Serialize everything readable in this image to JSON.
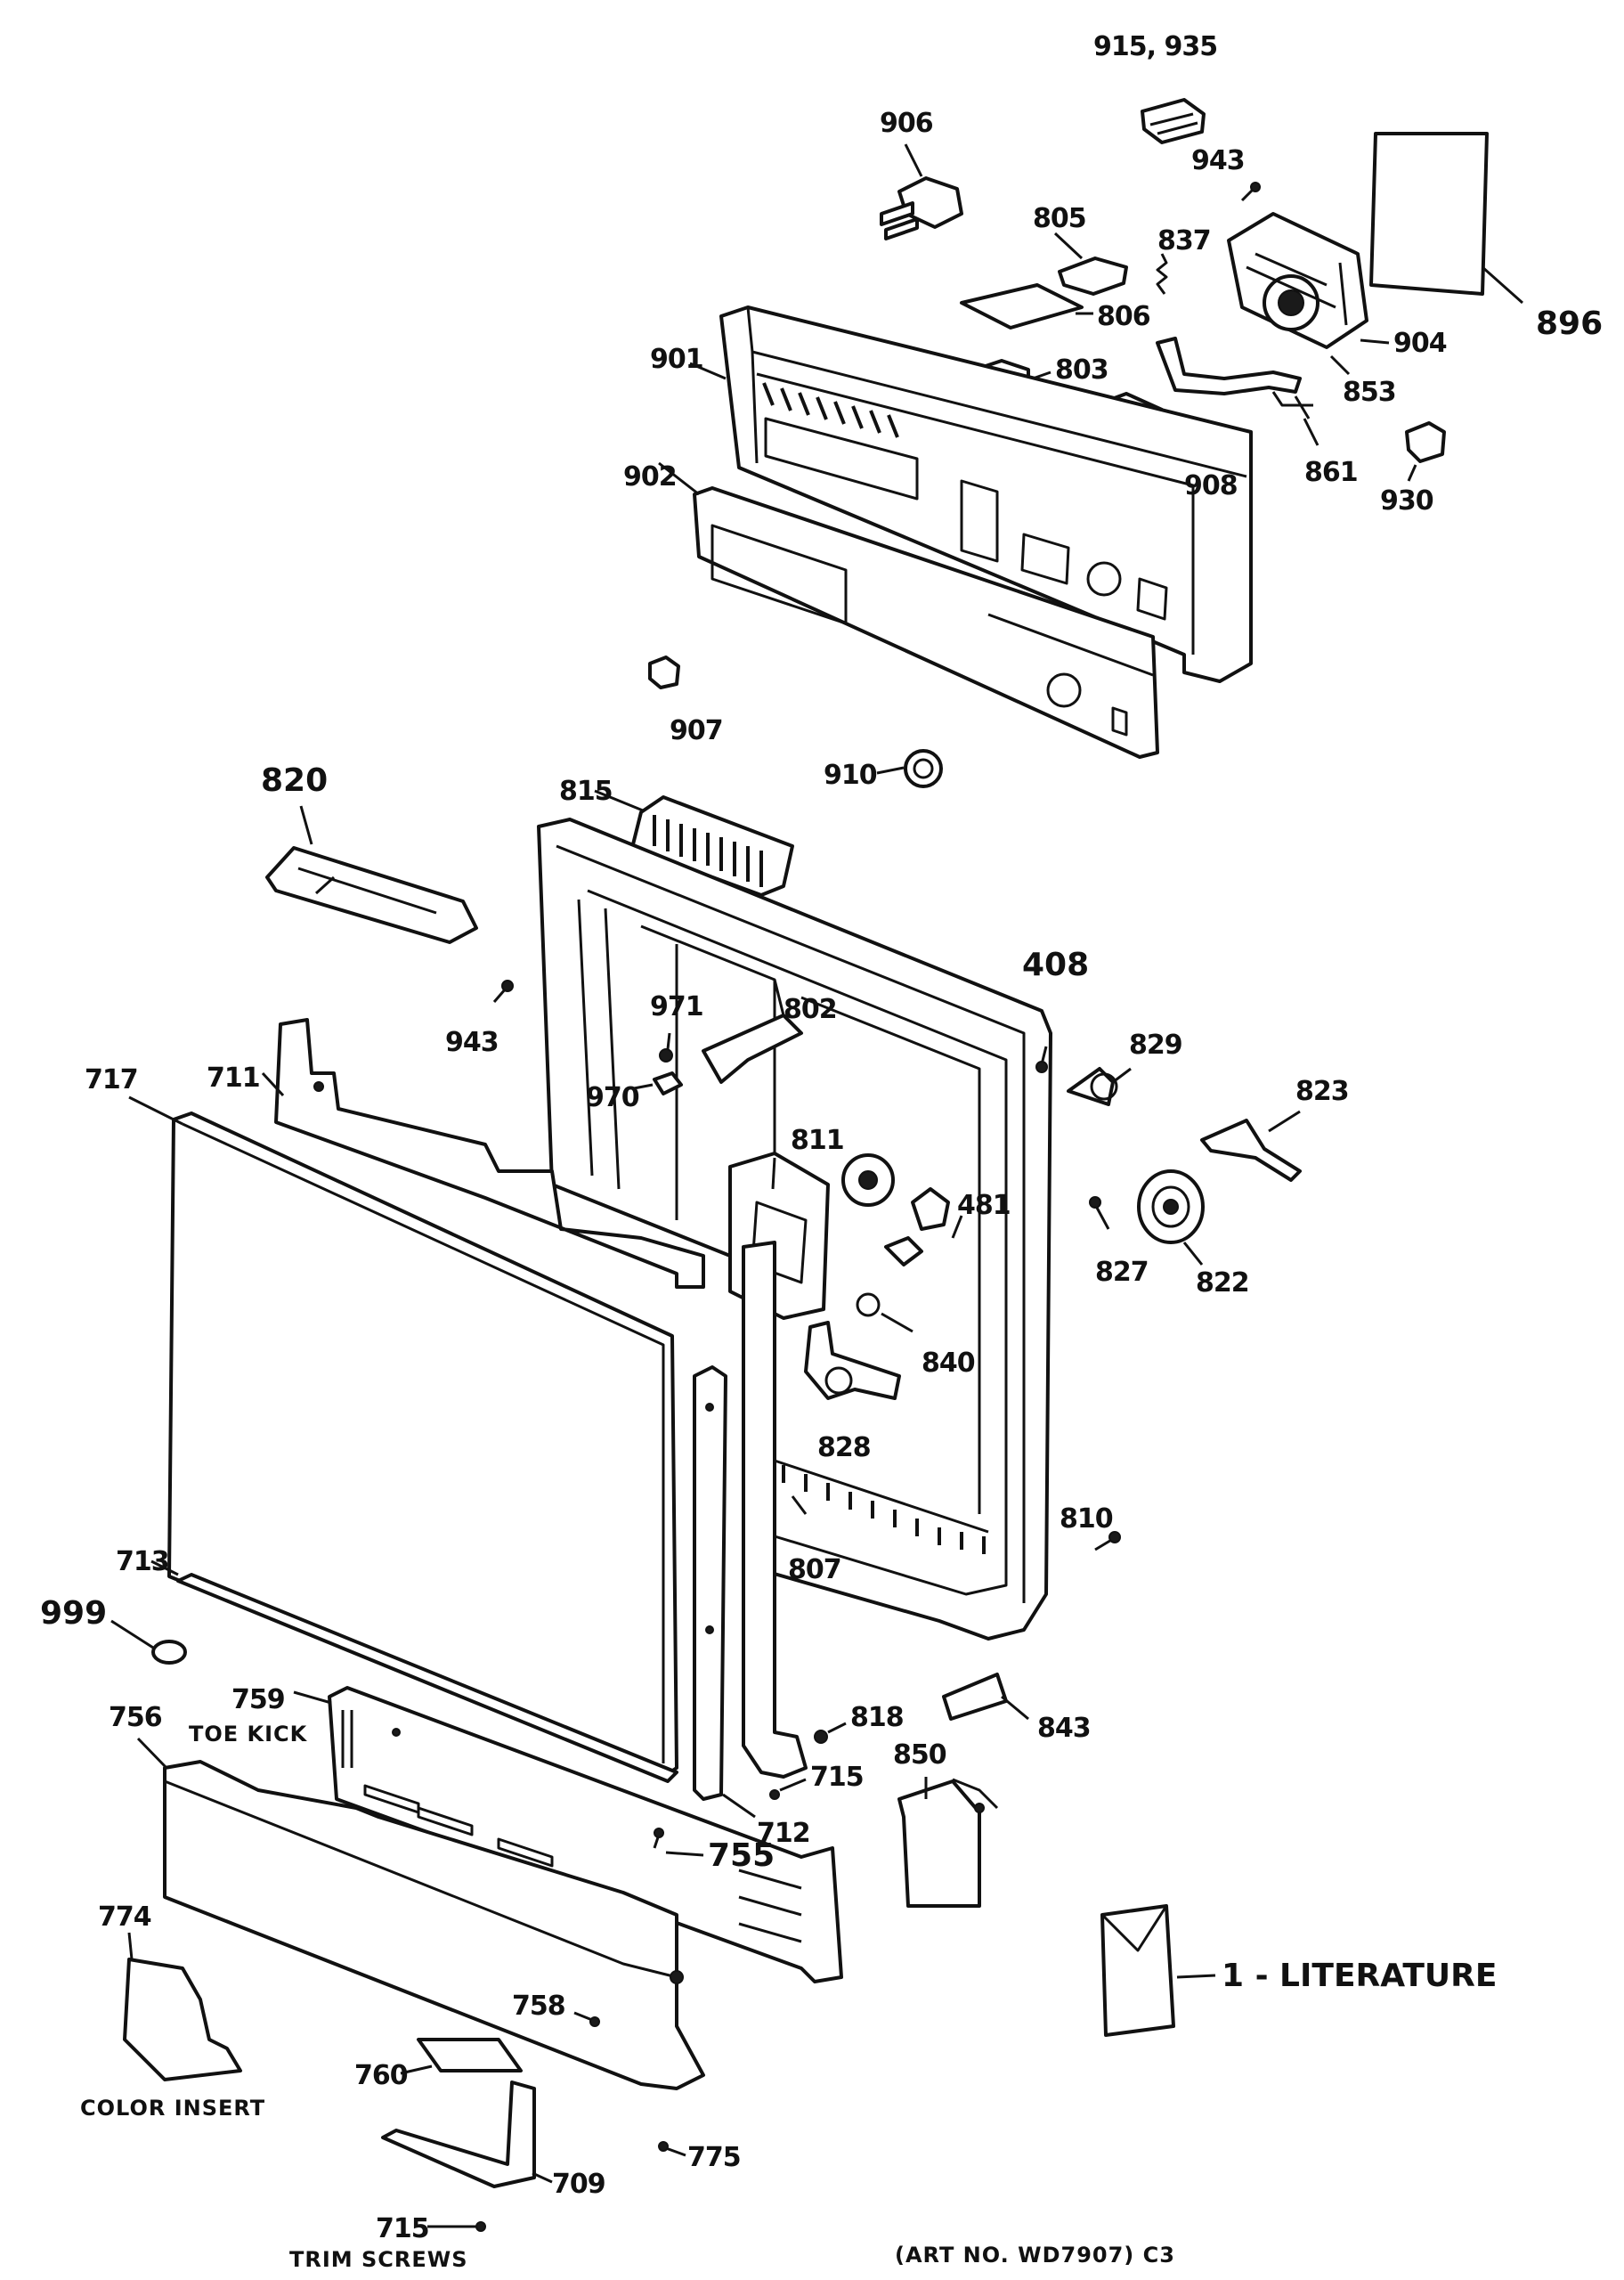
{
  "diagram": {
    "parts": {
      "p915_935": "915, 935",
      "p906": "906",
      "p943_top": "943",
      "p805": "805",
      "p837": "837",
      "p806": "806",
      "p896": "896",
      "p901": "901",
      "p803": "803",
      "p904": "904",
      "p853": "853",
      "p908": "908",
      "p861": "861",
      "p930": "930",
      "p902": "902",
      "p907": "907",
      "p910": "910",
      "p820": "820",
      "p815": "815",
      "p408": "408",
      "p943_mid": "943",
      "p971": "971",
      "p802": "802",
      "p829": "829",
      "p717": "717",
      "p711": "711",
      "p970": "970",
      "p823": "823",
      "p811": "811",
      "p481": "481",
      "p827": "827",
      "p822": "822",
      "p840": "840",
      "p828": "828",
      "p810": "810",
      "p713": "713",
      "p807": "807",
      "p999": "999",
      "p843": "843",
      "p759": "759",
      "p818": "818",
      "p756": "756",
      "p850": "850",
      "p715_mid": "715",
      "p712": "712",
      "p755": "755",
      "p774": "774",
      "p758": "758",
      "p760": "760",
      "p775": "775",
      "p709": "709",
      "p715_bottom": "715"
    },
    "captions": {
      "toe_kick": "TOE KICK",
      "color_insert": "COLOR INSERT",
      "trim_screws": "TRIM SCREWS",
      "literature": "1 - LITERATURE",
      "art_no": "(ART NO. WD7907) C3"
    }
  }
}
